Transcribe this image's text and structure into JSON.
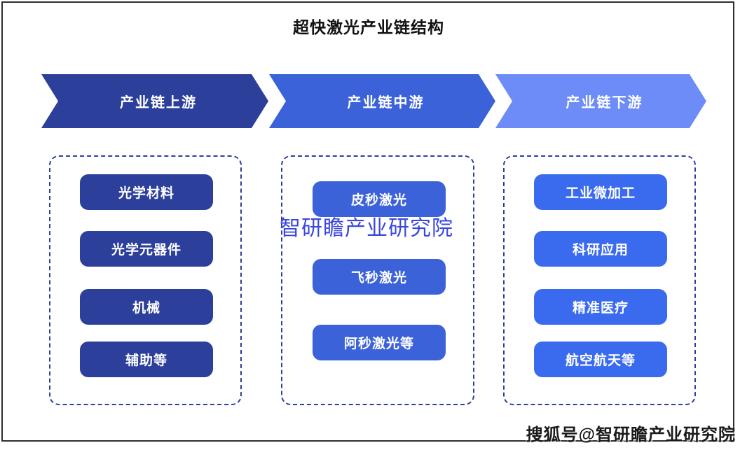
{
  "title": "超快激光产业链结构",
  "watermarks": {
    "center": "智研瞻产业研究院",
    "bottom_right": "搜狐号@智研瞻产业研究院"
  },
  "colors": {
    "upstream": "#2b3f9b",
    "midstream": "#3b62d8",
    "downstream_banner": "#6d8cf7",
    "downstream_box": "#3a6bef",
    "dashed_border": "#2c3ea4",
    "center_watermark": "#3a46e0",
    "banner_text": "#ffffff",
    "frame_border": "#2e2e2e"
  },
  "columns": [
    {
      "header": "产业链上游",
      "items": [
        "光学材料",
        "光学元器件",
        "机械",
        "辅助等"
      ]
    },
    {
      "header": "产业链中游",
      "items": [
        "皮秒激光",
        "飞秒激光",
        "阿秒激光等"
      ]
    },
    {
      "header": "产业链下游",
      "items": [
        "工业微加工",
        "科研应用",
        "精准医疗",
        "航空航天等"
      ]
    }
  ]
}
